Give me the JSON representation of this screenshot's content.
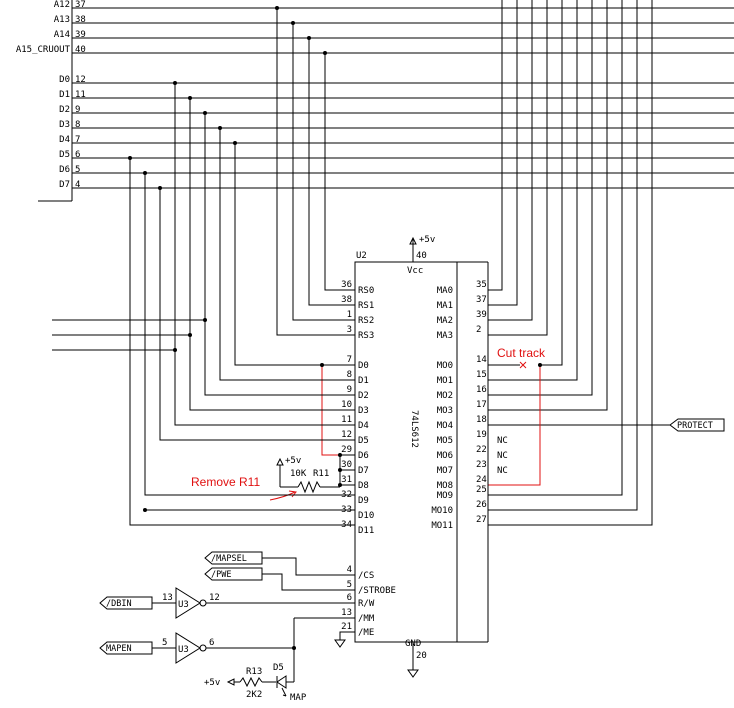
{
  "top_connector": {
    "pins": [
      {
        "name": "A12",
        "num": "37"
      },
      {
        "name": "A13",
        "num": "38"
      },
      {
        "name": "A14",
        "num": "39"
      },
      {
        "name": "A15_CRUOUT",
        "num": "40"
      },
      {
        "name": "D0",
        "num": "12"
      },
      {
        "name": "D1",
        "num": "11"
      },
      {
        "name": "D2",
        "num": "9"
      },
      {
        "name": "D3",
        "num": "8"
      },
      {
        "name": "D4",
        "num": "7"
      },
      {
        "name": "D5",
        "num": "6"
      },
      {
        "name": "D6",
        "num": "5"
      },
      {
        "name": "D7",
        "num": "4"
      }
    ]
  },
  "chip": {
    "ref": "U2",
    "part": "74LS612",
    "vcc_label": "Vcc",
    "vcc_pin": "40",
    "vcc_supply": "+5v",
    "gnd_label": "GND",
    "gnd_pin": "20",
    "left_pins": [
      {
        "name": "RS0",
        "num": "36"
      },
      {
        "name": "RS1",
        "num": "38"
      },
      {
        "name": "RS2",
        "num": "1"
      },
      {
        "name": "RS3",
        "num": "3"
      },
      {
        "name": "D0",
        "num": "7"
      },
      {
        "name": "D1",
        "num": "8"
      },
      {
        "name": "D2",
        "num": "9"
      },
      {
        "name": "D3",
        "num": "10"
      },
      {
        "name": "D4",
        "num": "11"
      },
      {
        "name": "D5",
        "num": "12"
      },
      {
        "name": "D6",
        "num": "29"
      },
      {
        "name": "D7",
        "num": "30"
      },
      {
        "name": "D8",
        "num": "31"
      },
      {
        "name": "D9",
        "num": "32"
      },
      {
        "name": "D10",
        "num": "33"
      },
      {
        "name": "D11",
        "num": "34"
      },
      {
        "name": "/CS",
        "num": "4"
      },
      {
        "name": "/STROBE",
        "num": "5"
      },
      {
        "name": "R/W",
        "num": "6"
      },
      {
        "name": "/MM",
        "num": "13"
      },
      {
        "name": "/ME",
        "num": "21"
      }
    ],
    "right_pins": [
      {
        "name": "MA0",
        "num": "35",
        "nc": ""
      },
      {
        "name": "MA1",
        "num": "37",
        "nc": ""
      },
      {
        "name": "MA2",
        "num": "39",
        "nc": ""
      },
      {
        "name": "MA3",
        "num": "2",
        "nc": ""
      },
      {
        "name": "MO0",
        "num": "14",
        "nc": ""
      },
      {
        "name": "MO1",
        "num": "15",
        "nc": ""
      },
      {
        "name": "MO2",
        "num": "16",
        "nc": ""
      },
      {
        "name": "MO3",
        "num": "17",
        "nc": ""
      },
      {
        "name": "MO4",
        "num": "18",
        "nc": ""
      },
      {
        "name": "MO5",
        "num": "19",
        "nc": "NC"
      },
      {
        "name": "MO6",
        "num": "22",
        "nc": "NC"
      },
      {
        "name": "MO7",
        "num": "23",
        "nc": "NC"
      },
      {
        "name": "MO8",
        "num": "24",
        "nc": ""
      },
      {
        "name": "MO9",
        "num": "25",
        "nc": ""
      },
      {
        "name": "MO10",
        "num": "26",
        "nc": ""
      },
      {
        "name": "MO11",
        "num": "27",
        "nc": ""
      }
    ]
  },
  "signals": {
    "protect": "PROTECT",
    "mapsel": "/MAPSEL",
    "pwe": "/PWE",
    "dbin": "/DBIN",
    "mapen": "MAPEN"
  },
  "gates": [
    {
      "ref": "U3",
      "in_pin": "13",
      "out_pin": "12"
    },
    {
      "ref": "U3",
      "in_pin": "5",
      "out_pin": "6"
    }
  ],
  "r11": {
    "value": "10K",
    "ref": "R11",
    "supply": "+5v"
  },
  "r13": {
    "ref": "R13",
    "value": "2K2",
    "supply": "+5v"
  },
  "d5": {
    "ref": "D5",
    "label": "MAP"
  },
  "annotations": {
    "remove": "Remove R11",
    "cut": "Cut track"
  },
  "colors": {
    "wire": "#000000",
    "annotation": "#e01010"
  }
}
